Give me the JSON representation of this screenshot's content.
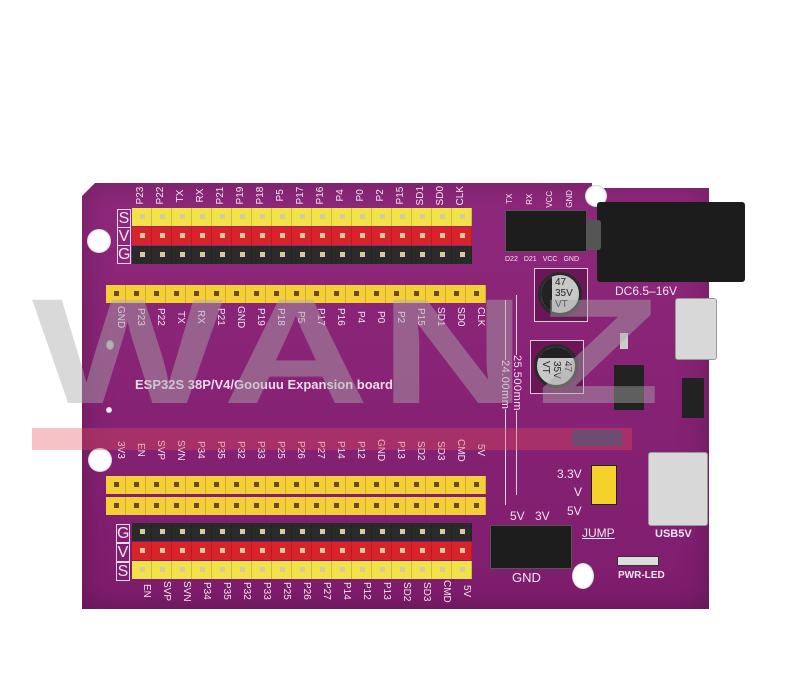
{
  "watermark": {
    "text": "WANZ",
    "color": "#aaaaaa"
  },
  "board": {
    "title": "ESP32S 38P/V4/Goouuu Expansion board",
    "color": "#8a1f76",
    "top_header": {
      "row_letters": [
        "S",
        "V",
        "G"
      ],
      "labels": [
        "P23",
        "P22",
        "TX",
        "RX",
        "P21",
        "P19",
        "P18",
        "P5",
        "P17",
        "P16",
        "P4",
        "P0",
        "P2",
        "P15",
        "SD1",
        "SD0",
        "CLK"
      ]
    },
    "top_female_header": {
      "labels": [
        "GND",
        "P23",
        "P22",
        "TX",
        "RX",
        "P21",
        "GND",
        "P19",
        "P18",
        "P5",
        "P17",
        "P16",
        "P4",
        "P0",
        "P2",
        "P15",
        "SD1",
        "SD0",
        "CLK"
      ]
    },
    "bottom_female_header": {
      "labels": [
        "3V3",
        "EN",
        "SVP",
        "SVN",
        "P34",
        "P35",
        "P32",
        "P33",
        "P25",
        "P26",
        "P27",
        "P14",
        "P12",
        "GND",
        "P13",
        "SD2",
        "SD3",
        "CMD",
        "5V"
      ]
    },
    "bottom_header": {
      "row_letters": [
        "G",
        "V",
        "S"
      ],
      "labels": [
        "EN",
        "SVP",
        "SVN",
        "P34",
        "P35",
        "P32",
        "P33",
        "P25",
        "P26",
        "P27",
        "P14",
        "P12",
        "P13",
        "SD2",
        "SD3",
        "CMD",
        "5V"
      ]
    },
    "dimensions": {
      "outer": "25.500mm",
      "inner": "24.00mm"
    },
    "uart_header": {
      "top_labels": [
        "TX",
        "RX",
        "VCC",
        "GND"
      ],
      "bottom_labels": [
        "D22",
        "D21",
        "VCC",
        "GND"
      ]
    },
    "dc_jack": {
      "label": "DC6.5–16V"
    },
    "capacitors": [
      {
        "lines": [
          "47",
          "35V",
          "VT"
        ]
      },
      {
        "lines": [
          "47",
          "35V",
          "VT"
        ]
      }
    ],
    "jumper": {
      "labels": [
        "3.3V",
        "V",
        "5V"
      ],
      "name": "JUMP"
    },
    "power_header": {
      "top_labels": [
        "5V",
        "3V"
      ],
      "bottom_label": "GND"
    },
    "usb_c": {
      "label": "USB5V"
    },
    "led": {
      "label": "PWR-LED"
    }
  }
}
